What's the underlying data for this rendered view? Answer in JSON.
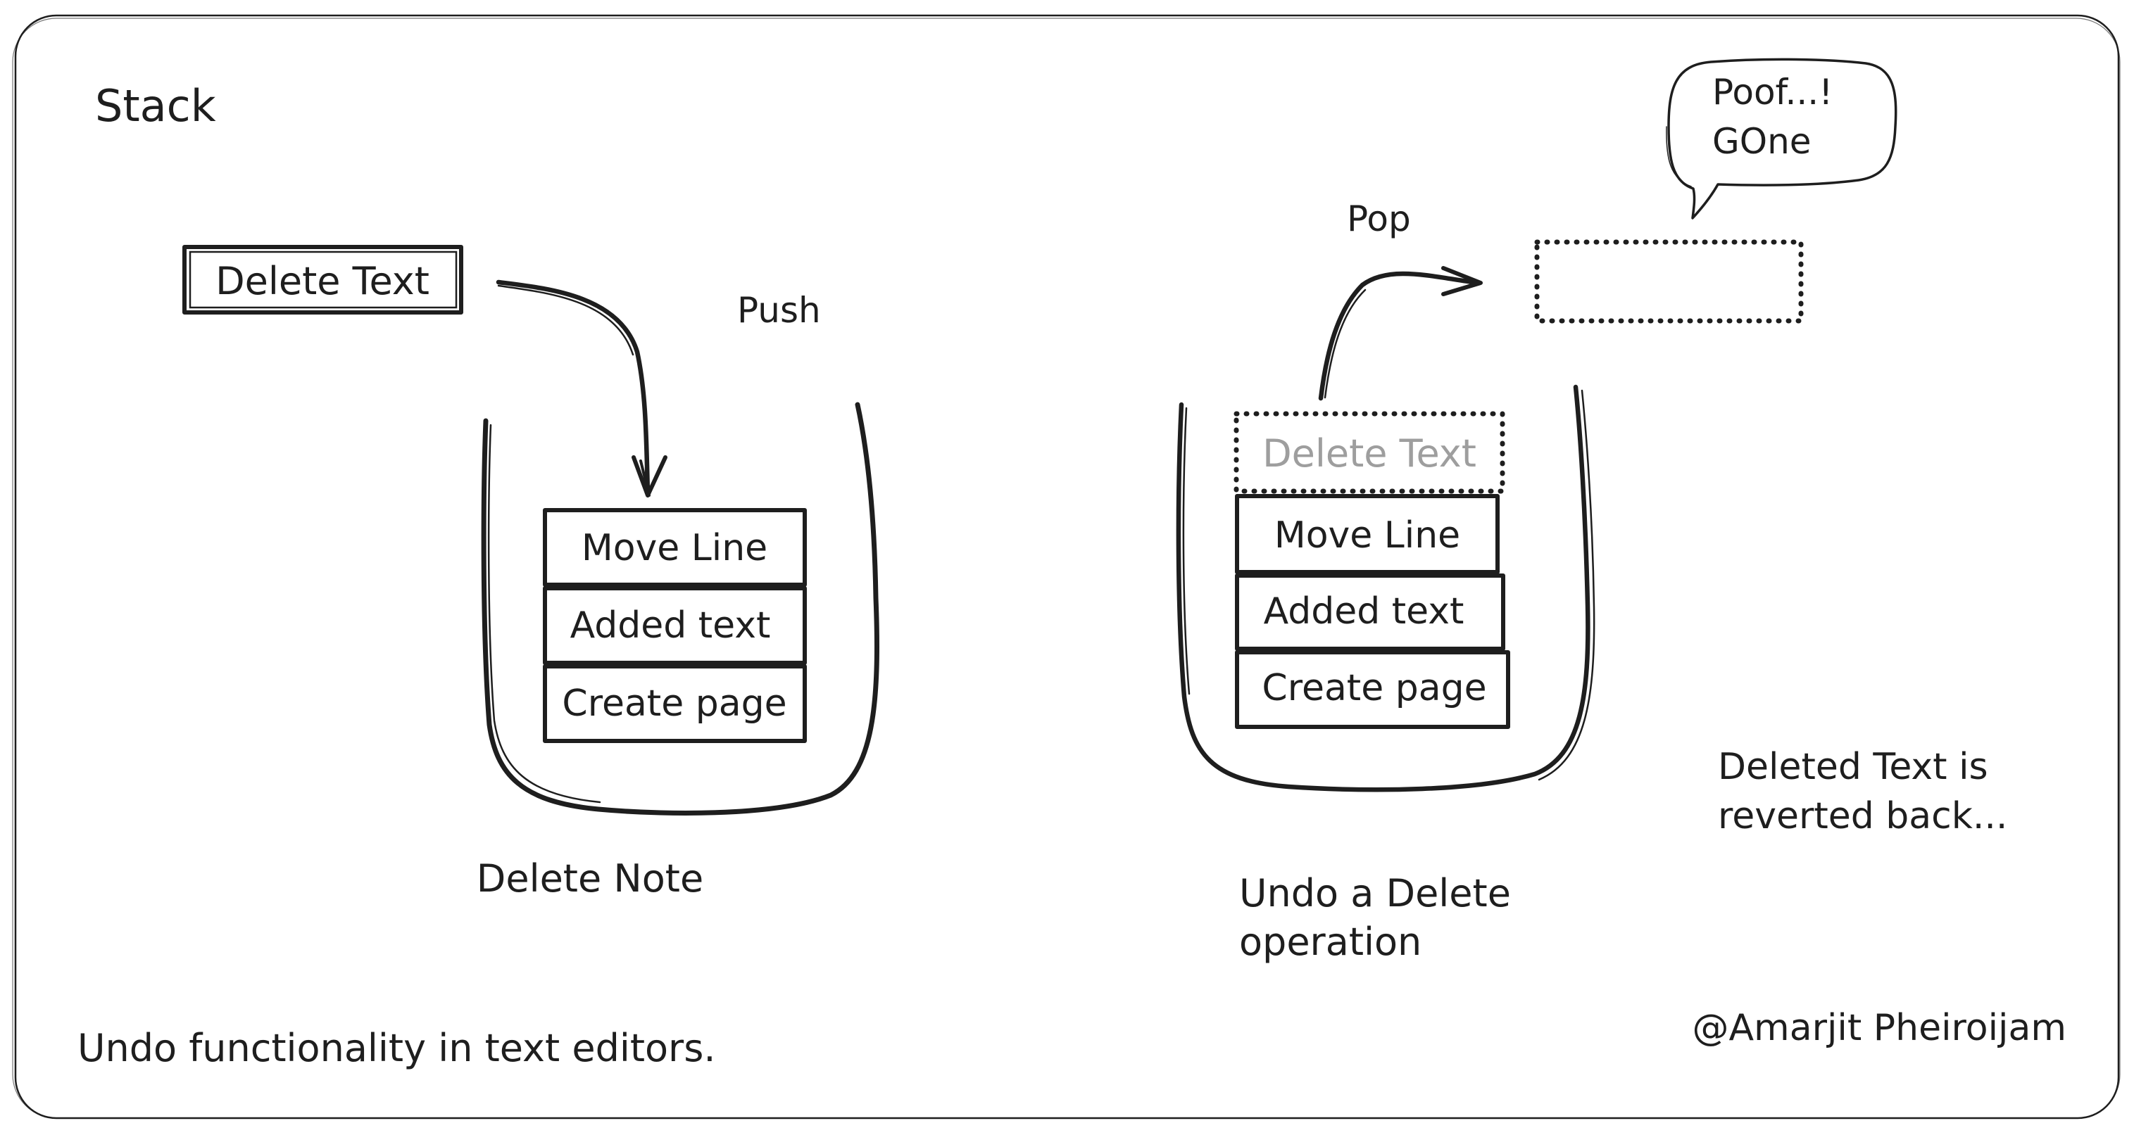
{
  "title": "Stack",
  "caption": "Undo functionality in text editors.",
  "author": "@Amarjit Pheiroijam",
  "left_diagram": {
    "incoming_item": "Delete Text",
    "action_label": "Push",
    "stack_items": [
      "Move Line",
      "Added text",
      "Create page"
    ],
    "label": "Delete Note"
  },
  "right_diagram": {
    "popped_item": "Delete Text",
    "action_label": "Pop",
    "stack_items": [
      "Move Line",
      "Added text",
      "Create page"
    ],
    "label_line1": "Undo a Delete",
    "label_line2": "operation",
    "speech_line1": "Poof...!",
    "speech_line2": "GOne",
    "note_line1": "Deleted Text is",
    "note_line2": "reverted back..."
  },
  "colors": {
    "ink": "#1e1e1e",
    "faded_text": "#9e9e9e",
    "background": "#ffffff"
  }
}
